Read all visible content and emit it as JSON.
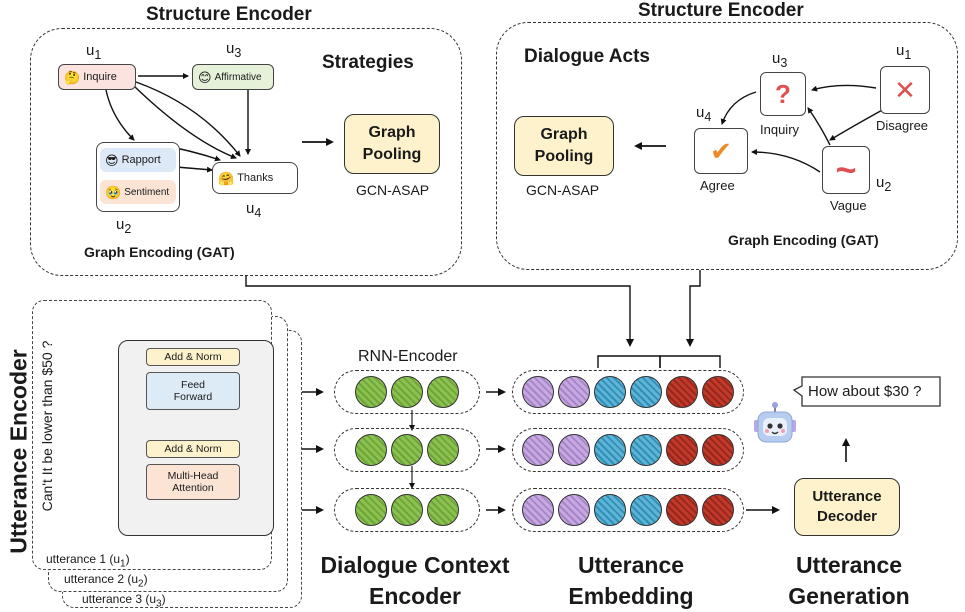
{
  "left_structure": {
    "title": "Structure Encoder",
    "strategies_label": "Strategies",
    "nodes": [
      {
        "id": "inquire",
        "label": "Inquire",
        "user": "u1",
        "emoji": "🤔"
      },
      {
        "id": "affirmative",
        "label": "Affirmative",
        "user": "u3",
        "emoji": "😊"
      },
      {
        "id": "rapport",
        "label": "Rapport",
        "user": "u2",
        "emoji": "😎"
      },
      {
        "id": "sentiment",
        "label": "Sentiment",
        "user": "u2",
        "emoji": "🥹"
      },
      {
        "id": "thanks",
        "label": "Thanks",
        "user": "u4",
        "emoji": "🤗"
      }
    ],
    "u1": "u",
    "u1_sub": "1",
    "u2": "u",
    "u2_sub": "2",
    "u3": "u",
    "u3_sub": "3",
    "u4": "u",
    "u4_sub": "4",
    "graph_encoding": "Graph Encoding (GAT)",
    "pool_line1": "Graph",
    "pool_line2": "Pooling",
    "pool_caption": "GCN-ASAP"
  },
  "right_structure": {
    "title": "Structure Encoder",
    "acts_label": "Dialogue Acts",
    "acts": [
      {
        "id": "inquiry",
        "label": "Inquiry",
        "symbol": "?",
        "color": "#e05050",
        "user": "u3"
      },
      {
        "id": "disagree",
        "label": "Disagree",
        "symbol": "✕",
        "color": "#e05050",
        "user": "u1"
      },
      {
        "id": "agree",
        "label": "Agree",
        "symbol": "✔",
        "color": "#ef8a2a",
        "user": "u4"
      },
      {
        "id": "vague",
        "label": "Vague",
        "symbol": "~",
        "color": "#e05050",
        "user": "u2"
      }
    ],
    "u1": "u",
    "u1_sub": "1",
    "u2": "u",
    "u2_sub": "2",
    "u3": "u",
    "u3_sub": "3",
    "u4": "u",
    "u4_sub": "4",
    "graph_encoding": "Graph Encoding (GAT)",
    "pool_line1": "Graph",
    "pool_line2": "Pooling",
    "pool_caption": "GCN-ASAP"
  },
  "utterance_encoder": {
    "title": "Utterance Encoder",
    "input_text": "Can't It be lower than $50 ?",
    "add_norm_1": "Add & Norm",
    "feed_forward_1": "Feed",
    "feed_forward_2": "Forward",
    "add_norm_2": "Add & Norm",
    "mha_1": "Multi-Head",
    "mha_2": "Attention",
    "utterances": [
      {
        "label": "utterance 1 (u",
        "sub": "1",
        "close": ")"
      },
      {
        "label": "utterance 2 (u",
        "sub": "2",
        "close": ")"
      },
      {
        "label": "utterance 3 (u",
        "sub": "3",
        "close": ")"
      }
    ]
  },
  "context_encoder": {
    "rnn_label": "RNN-Encoder",
    "title_line1": "Dialogue Context",
    "title_line2": "Encoder"
  },
  "embedding": {
    "title_line1": "Utterance",
    "title_line2": "Embedding",
    "colors": [
      "purple",
      "purple",
      "blue",
      "blue",
      "red",
      "red"
    ]
  },
  "generation": {
    "speech": "How about $30 ?",
    "decoder_line1": "Utterance",
    "decoder_line2": "Decoder",
    "title_line1": "Utterance",
    "title_line2": "Generation"
  }
}
